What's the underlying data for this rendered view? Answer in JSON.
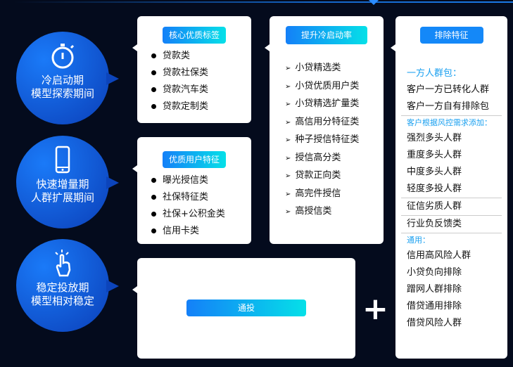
{
  "phases": [
    {
      "icon": "stopwatch-icon",
      "line1": "冷启动期",
      "line2": "模型探索期间"
    },
    {
      "icon": "smartphone-icon",
      "line1": "快速增量期",
      "line2": "人群扩展期间"
    },
    {
      "icon": "tap-hand-icon",
      "line1": "稳定投放期",
      "line2": "模型相对稳定"
    }
  ],
  "core_tags": {
    "title": "核心优质标签",
    "items": [
      "贷款类",
      "贷款社保类",
      "贷款汽车类",
      "贷款定制类"
    ]
  },
  "quality_users": {
    "title": "优质用户特征",
    "items": [
      "曝光授信类",
      "社保特征类",
      "社保+公积金类",
      "信用卡类"
    ]
  },
  "general": {
    "title": "通投"
  },
  "cold_start": {
    "title": "提升冷启动率",
    "items": [
      "小贷精选类",
      "小贷优质用户类",
      "小贷精选扩量类",
      "高信用分特征类",
      "种子授信特征类",
      "授信高分类",
      "贷款正向类",
      "高完件授信",
      "高授信类"
    ]
  },
  "plus": "+",
  "exclude": {
    "title": "排除特征",
    "first_party_heading": "一方人群包：",
    "first_party": [
      "客户一方已转化人群",
      "客户一方自有排除包"
    ],
    "risk_heading": "客户根据风控需求添加：",
    "risk": [
      "强烈多头人群",
      "重度多头人群",
      "中度多头人群",
      "轻度多投人群",
      "征信劣质人群",
      "行业负反馈类"
    ],
    "common_heading": "通用：",
    "common": [
      "信用高风险人群",
      "小贷负向排除",
      "蹭网人群排除",
      "借贷通用排除",
      "借贷风险人群"
    ]
  },
  "colors": {
    "background": "#040b1d",
    "accent": "#1480f8",
    "heading": "#1aa0f0"
  }
}
